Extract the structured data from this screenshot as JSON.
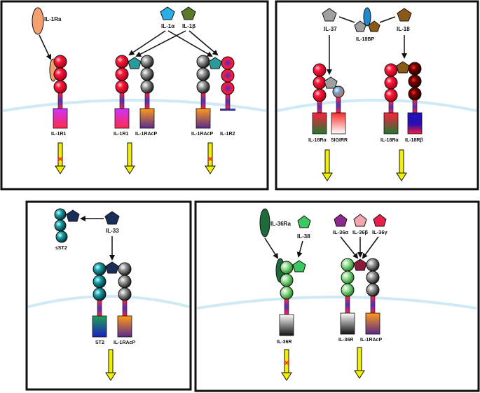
{
  "colors": {
    "il1_ring": "#ff1a3c",
    "gray_ring": "#9a9a9a",
    "teal_ring": "#1aa0a8",
    "green_ring": "#8fdc8f",
    "dark_red_ring": "#5a0000",
    "il1a": "#29aee8",
    "il1b": "#5a7a2a",
    "il36a": "#8c2a8c",
    "il36b": "#f4a6b0",
    "il36g": "#e8204c",
    "il38": "#3cc860",
    "il36ra": "#1e6a3a",
    "il33": "#1a2e5a",
    "il18": "#8a5a18",
    "il37": "#a0a0a0",
    "membrane": "#cfe9f5",
    "arrow": "#f0f000",
    "block": "#ff2020"
  },
  "panel_1": {
    "ligands": {
      "il1ra": "IL-1Ra",
      "il1a": "IL-1α",
      "il1b": "IL-1β"
    },
    "receptors": {
      "il1r1_left": "IL-1R1",
      "il1r1_mid": "IL-1R1",
      "il1racp_mid": "IL-1RAcP",
      "il1racp_right": "IL-1RAcP",
      "il1r2": "IL-1R2"
    },
    "signals": [
      {
        "receptor": "IL-1R1",
        "blocked": true
      },
      {
        "receptor": "IL-1R1 / IL-1RAcP",
        "blocked": false
      },
      {
        "receptor": "IL-1RAcP / IL-1R2",
        "blocked": true
      }
    ]
  },
  "panel_2": {
    "ligands": {
      "il37": "IL-37",
      "il18bp": "IL-18BP",
      "il18": "IL-18"
    },
    "receptors": {
      "il18ra_left": "IL-18Rα",
      "sigirr": "SIGIRR",
      "il18ra_right": "IL-18Rα",
      "il18rb": "IL-18Rβ"
    },
    "signals": [
      {
        "receptor": "IL-18Rα / SIGIRR",
        "blocked": false
      },
      {
        "receptor": "IL-18Rα / IL-18Rβ",
        "blocked": false
      }
    ]
  },
  "panel_3": {
    "ligands": {
      "sst2": "sST2",
      "il33": "IL-33"
    },
    "receptors": {
      "st2": "ST2",
      "il1racp": "IL-1RAcP"
    },
    "signals": [
      {
        "receptor": "ST2 / IL-1RAcP",
        "blocked": false
      }
    ]
  },
  "panel_4": {
    "ligands": {
      "il36ra": "IL-36Ra",
      "il38": "IL-38",
      "il36a": "IL-36α",
      "il36b": "IL-36β",
      "il36g": "IL-36γ"
    },
    "receptors": {
      "il36r_left": "IL-36R",
      "il36r_right": "IL-36R",
      "il1racp": "IL-1RAcP"
    },
    "signals": [
      {
        "receptor": "IL-36R",
        "blocked": true
      },
      {
        "receptor": "IL-36R / IL-1RAcP",
        "blocked": false
      }
    ]
  }
}
